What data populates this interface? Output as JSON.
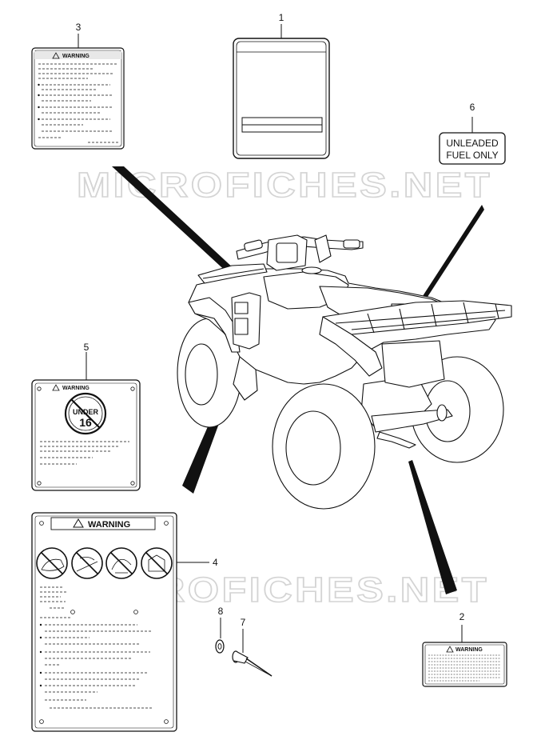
{
  "watermark": "MICROFICHES.NET",
  "callouts": [
    "1",
    "2",
    "3",
    "4",
    "5",
    "6",
    "7",
    "8"
  ],
  "labels": {
    "warning": "WARNING",
    "under_age": "UNDER",
    "age_number": "16",
    "fuel_line1": "UNLEADED",
    "fuel_line2": "FUEL ONLY"
  }
}
